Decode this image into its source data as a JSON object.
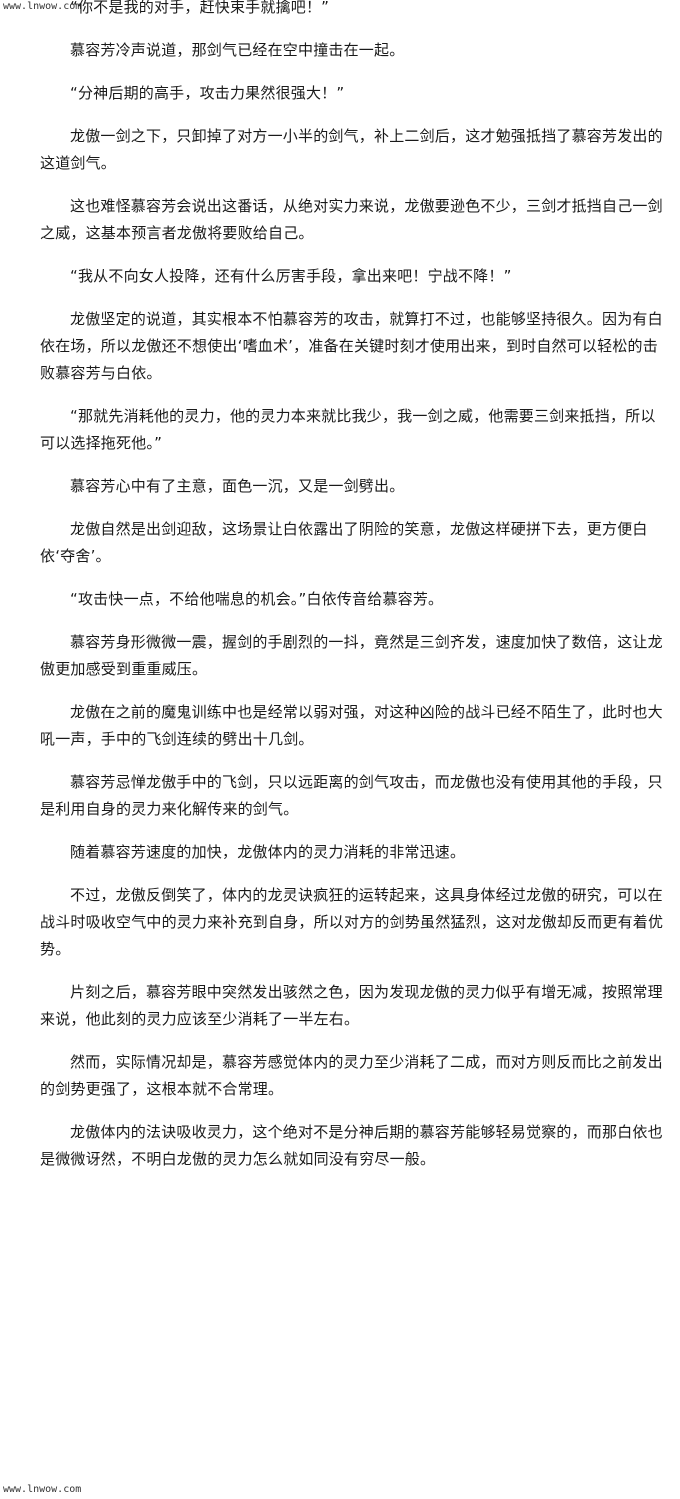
{
  "watermark_top": "www.lnwow.com",
  "watermark_bottom": "www.lnwow.com",
  "paragraphs": [
    "“你不是我的对手，赶快束手就擒吧！”",
    "慕容芳冷声说道，那剑气已经在空中撞击在一起。",
    "“分神后期的高手，攻击力果然很强大！”",
    "龙傲一剑之下，只卸掉了对方一小半的剑气，补上二剑后，这才勉强抵挡了慕容芳发出的这道剑气。",
    "这也难怪慕容芳会说出这番话，从绝对实力来说，龙傲要逊色不少，三剑才抵挡自己一剑之威，这基本预言者龙傲将要败给自己。",
    "“我从不向女人投降，还有什么厉害手段，拿出来吧！宁战不降！”",
    "龙傲坚定的说道，其实根本不怕慕容芳的攻击，就算打不过，也能够坚持很久。因为有白依在场，所以龙傲还不想使出‘嗜血术’，准备在关键时刻才使用出来，到时自然可以轻松的击败慕容芳与白依。",
    "“那就先消耗他的灵力，他的灵力本来就比我少，我一剑之威，他需要三剑来抵挡，所以可以选择拖死他。”",
    "慕容芳心中有了主意，面色一沉，又是一剑劈出。",
    "龙傲自然是出剑迎敌，这场景让白依露出了阴险的笑意，龙傲这样硬拼下去，更方便白依‘夺舍’。",
    "“攻击快一点，不给他喘息的机会。”白依传音给慕容芳。",
    "慕容芳身形微微一震，握剑的手剧烈的一抖，竟然是三剑齐发，速度加快了数倍，这让龙傲更加感受到重重威压。",
    "龙傲在之前的魔鬼训练中也是经常以弱对强，对这种凶险的战斗已经不陌生了，此时也大吼一声，手中的飞剑连续的劈出十几剑。",
    "慕容芳忌惮龙傲手中的飞剑，只以远距离的剑气攻击，而龙傲也没有使用其他的手段，只是利用自身的灵力来化解传来的剑气。",
    "随着慕容芳速度的加快，龙傲体内的灵力消耗的非常迅速。",
    "不过，龙傲反倒笑了，体内的龙灵诀疯狂的运转起来，这具身体经过龙傲的研究，可以在战斗时吸收空气中的灵力来补充到自身，所以对方的剑势虽然猛烈，这对龙傲却反而更有着优势。",
    "片刻之后，慕容芳眼中突然发出骇然之色，因为发现龙傲的灵力似乎有增无减，按照常理来说，他此刻的灵力应该至少消耗了一半左右。",
    "然而，实际情况却是，慕容芳感觉体内的灵力至少消耗了二成，而对方则反而比之前发出的剑势更强了，这根本就不合常理。",
    "龙傲体内的法诀吸收灵力，这个绝对不是分神后期的慕容芳能够轻易觉察的，而那白依也是微微讶然，不明白龙傲的灵力怎么就如同没有穷尽一般。"
  ]
}
